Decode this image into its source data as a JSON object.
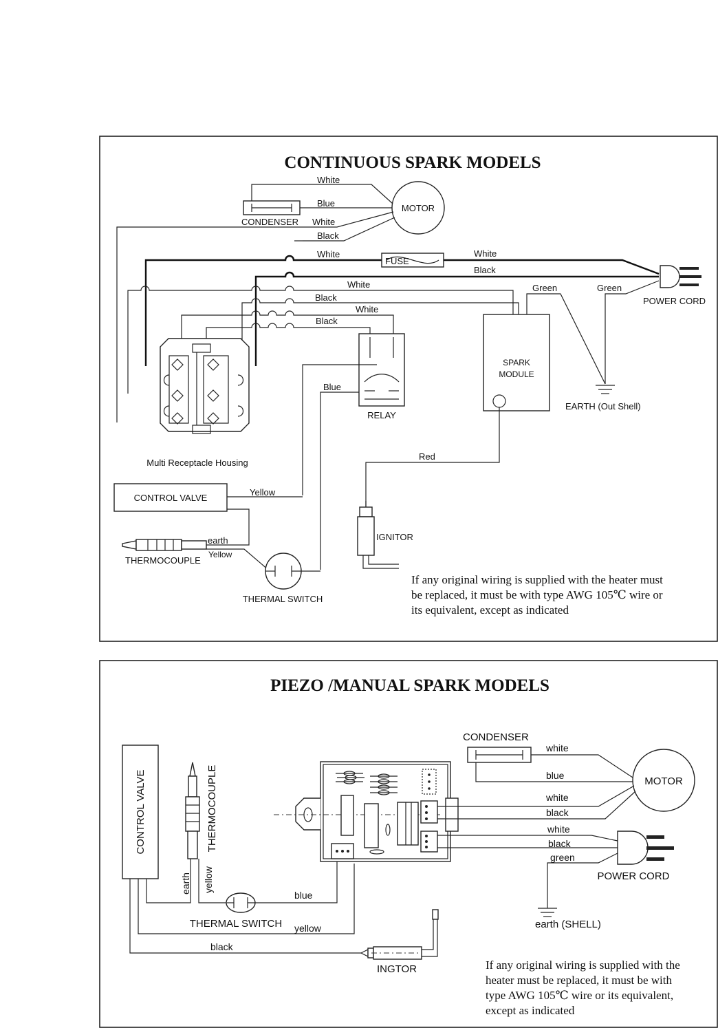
{
  "top": {
    "title": "CONTINUOUS SPARK MODELS",
    "components": {
      "motor": "MOTOR",
      "condenser": "CONDENSER",
      "fuse": "FUSE",
      "power_cord": "POWER CORD",
      "spark_module_line1": "SPARK",
      "spark_module_line2": "MODULE",
      "relay": "RELAY",
      "earth": "EARTH (Out Shell)",
      "housing": "Multi Receptacle Housing",
      "control_valve": "CONTROL VALVE",
      "thermocouple": "THERMOCOUPLE",
      "thermal_switch": "THERMAL SWITCH",
      "ignitor": "IGNITOR"
    },
    "wires": {
      "white_1": "White",
      "blue_1": "Blue",
      "white_2": "White",
      "black_1": "Black",
      "white_3": "White",
      "white_4": "White",
      "black_2": "Black",
      "white_5": "White",
      "green_1": "Green",
      "green_2": "Green",
      "black_3": "Black",
      "white_6": "White",
      "black_4": "Black",
      "blue_2": "Blue",
      "red": "Red",
      "yellow_1": "Yellow",
      "earth": "earth",
      "yellow_2": "Yellow"
    },
    "note": [
      "If any original wiring is supplied with the heater must",
      "be replaced, it must be with type AWG 105℃ wire or",
      "its equivalent, except as indicated"
    ]
  },
  "bottom": {
    "title": "PIEZO /MANUAL SPARK MODELS",
    "components": {
      "control_valve": "CONTROL VALVE",
      "thermocouple": "THERMOCOUPLE",
      "condenser": "CONDENSER",
      "motor": "MOTOR",
      "power_cord": "POWER CORD",
      "earth": "earth (SHELL)",
      "thermal_switch": "THERMAL  SWITCH",
      "ingtor": "INGTOR"
    },
    "wires": {
      "white_1": "white",
      "blue_1": "blue",
      "white_2": "white",
      "black_1": "black",
      "white_3": "white",
      "black_2": "black",
      "green": "green",
      "earth": "earth",
      "yellow_1": "yellow",
      "blue_2": "blue",
      "yellow_2": "yellow",
      "black_3": "black"
    },
    "note": [
      "If any original wiring is supplied with the",
      "heater must be replaced, it must be with",
      "type AWG 105℃  wire or its equivalent,",
      "except as indicated"
    ]
  }
}
